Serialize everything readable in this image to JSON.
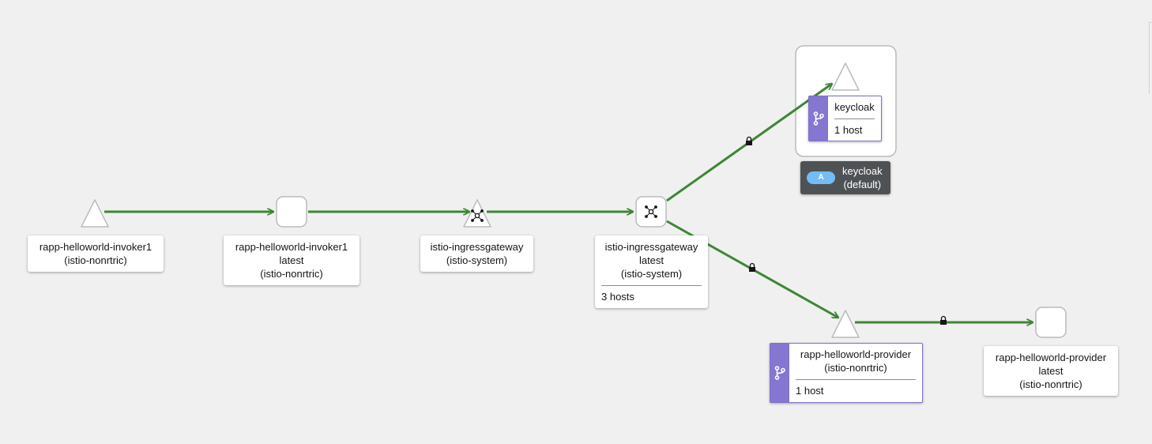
{
  "colors": {
    "edge": "#3e8635",
    "node_border": "#b8bbbe",
    "service_strip": "#8476d1",
    "box_label_bg": "#4f5255",
    "app_badge": "#73bcf7"
  },
  "nodes": {
    "invoker_service": {
      "shape": "triangle",
      "name": "rapp-helloworld-invoker1",
      "namespace": "(istio-nonrtric)"
    },
    "invoker_workload": {
      "shape": "rounded-square",
      "name": "rapp-helloworld-invoker1",
      "version": "latest",
      "namespace": "(istio-nonrtric)"
    },
    "gateway_service": {
      "shape": "triangle",
      "icon": "gateway-icon",
      "name": "istio-ingressgateway",
      "namespace": "(istio-system)"
    },
    "gateway_workload": {
      "shape": "rounded-square",
      "icon": "gateway-icon",
      "name": "istio-ingressgateway",
      "version": "latest",
      "namespace": "(istio-system)",
      "hosts": "3 hosts"
    },
    "keycloak_service": {
      "shape": "triangle",
      "icon": "virtual-service-icon",
      "name": "keycloak",
      "hosts": "1 host"
    },
    "keycloak_app_box": {
      "badge": "A",
      "name": "keycloak",
      "namespace": "(default)"
    },
    "provider_service": {
      "shape": "triangle",
      "icon": "virtual-service-icon",
      "name": "rapp-helloworld-provider",
      "namespace": "(istio-nonrtric)",
      "hosts": "1 host"
    },
    "provider_workload": {
      "shape": "rounded-square",
      "name": "rapp-helloworld-provider",
      "version": "latest",
      "namespace": "(istio-nonrtric)"
    }
  },
  "edges": [
    {
      "from": "invoker_service",
      "to": "invoker_workload",
      "mtls": false
    },
    {
      "from": "invoker_workload",
      "to": "gateway_service",
      "mtls": false
    },
    {
      "from": "gateway_service",
      "to": "gateway_workload",
      "mtls": false
    },
    {
      "from": "gateway_workload",
      "to": "keycloak_service",
      "mtls": true,
      "icon": "lock-icon"
    },
    {
      "from": "gateway_workload",
      "to": "provider_service",
      "mtls": true,
      "icon": "lock-icon"
    },
    {
      "from": "provider_service",
      "to": "provider_workload",
      "mtls": true,
      "icon": "lock-icon"
    }
  ]
}
